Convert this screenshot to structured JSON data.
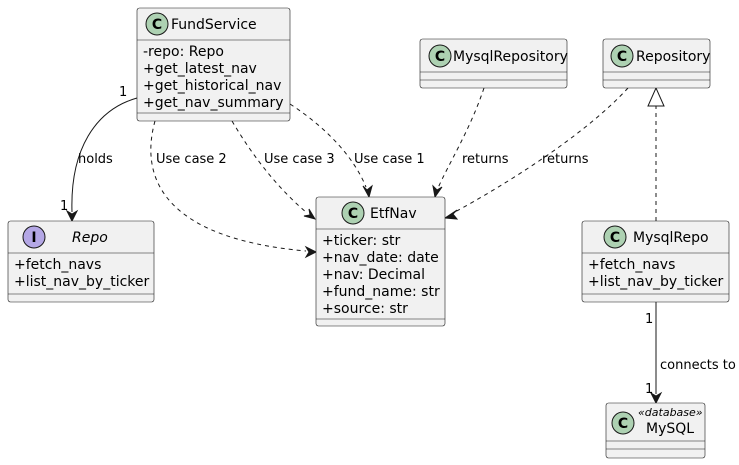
{
  "classes": {
    "fundservice": {
      "kind": "C",
      "name": "FundService",
      "members": [
        "-repo: Repo",
        "+get_latest_nav",
        "+get_historical_nav",
        "+get_nav_summary"
      ]
    },
    "mysqlrepository": {
      "kind": "C",
      "name": "MysqlRepository",
      "members": []
    },
    "repository": {
      "kind": "C",
      "name": "Repository",
      "members": []
    },
    "repo": {
      "kind": "I",
      "name": "Repo",
      "members": [
        "+fetch_navs",
        "+list_nav_by_ticker"
      ]
    },
    "etfnav": {
      "kind": "C",
      "name": "EtfNav",
      "members": [
        "+ticker: str",
        "+nav_date: date",
        "+nav: Decimal",
        "+fund_name: str",
        "+source: str"
      ]
    },
    "mysqlrepo": {
      "kind": "C",
      "name": "MysqlRepo",
      "members": [
        "+fetch_navs",
        "+list_nav_by_ticker"
      ]
    },
    "mysql": {
      "kind": "C",
      "name": "MySQL",
      "stereotype": "«database»",
      "members": []
    }
  },
  "relations": {
    "holds": {
      "label": "holds",
      "source_mult": "1",
      "target_mult": "1"
    },
    "use_case_2": {
      "label": "Use case 2"
    },
    "use_case_3": {
      "label": "Use case 3"
    },
    "use_case_1": {
      "label": "Use case 1"
    },
    "returns_mysqlrepository": {
      "label": "returns"
    },
    "returns_repository": {
      "label": "returns"
    },
    "connects_to": {
      "label": "connects to",
      "source_mult": "1",
      "target_mult": "1"
    }
  },
  "colors": {
    "class_badge": "#ADD1B2",
    "interface_badge": "#B4A7E5",
    "box_fill": "#F1F1F1",
    "border": "#181818"
  }
}
